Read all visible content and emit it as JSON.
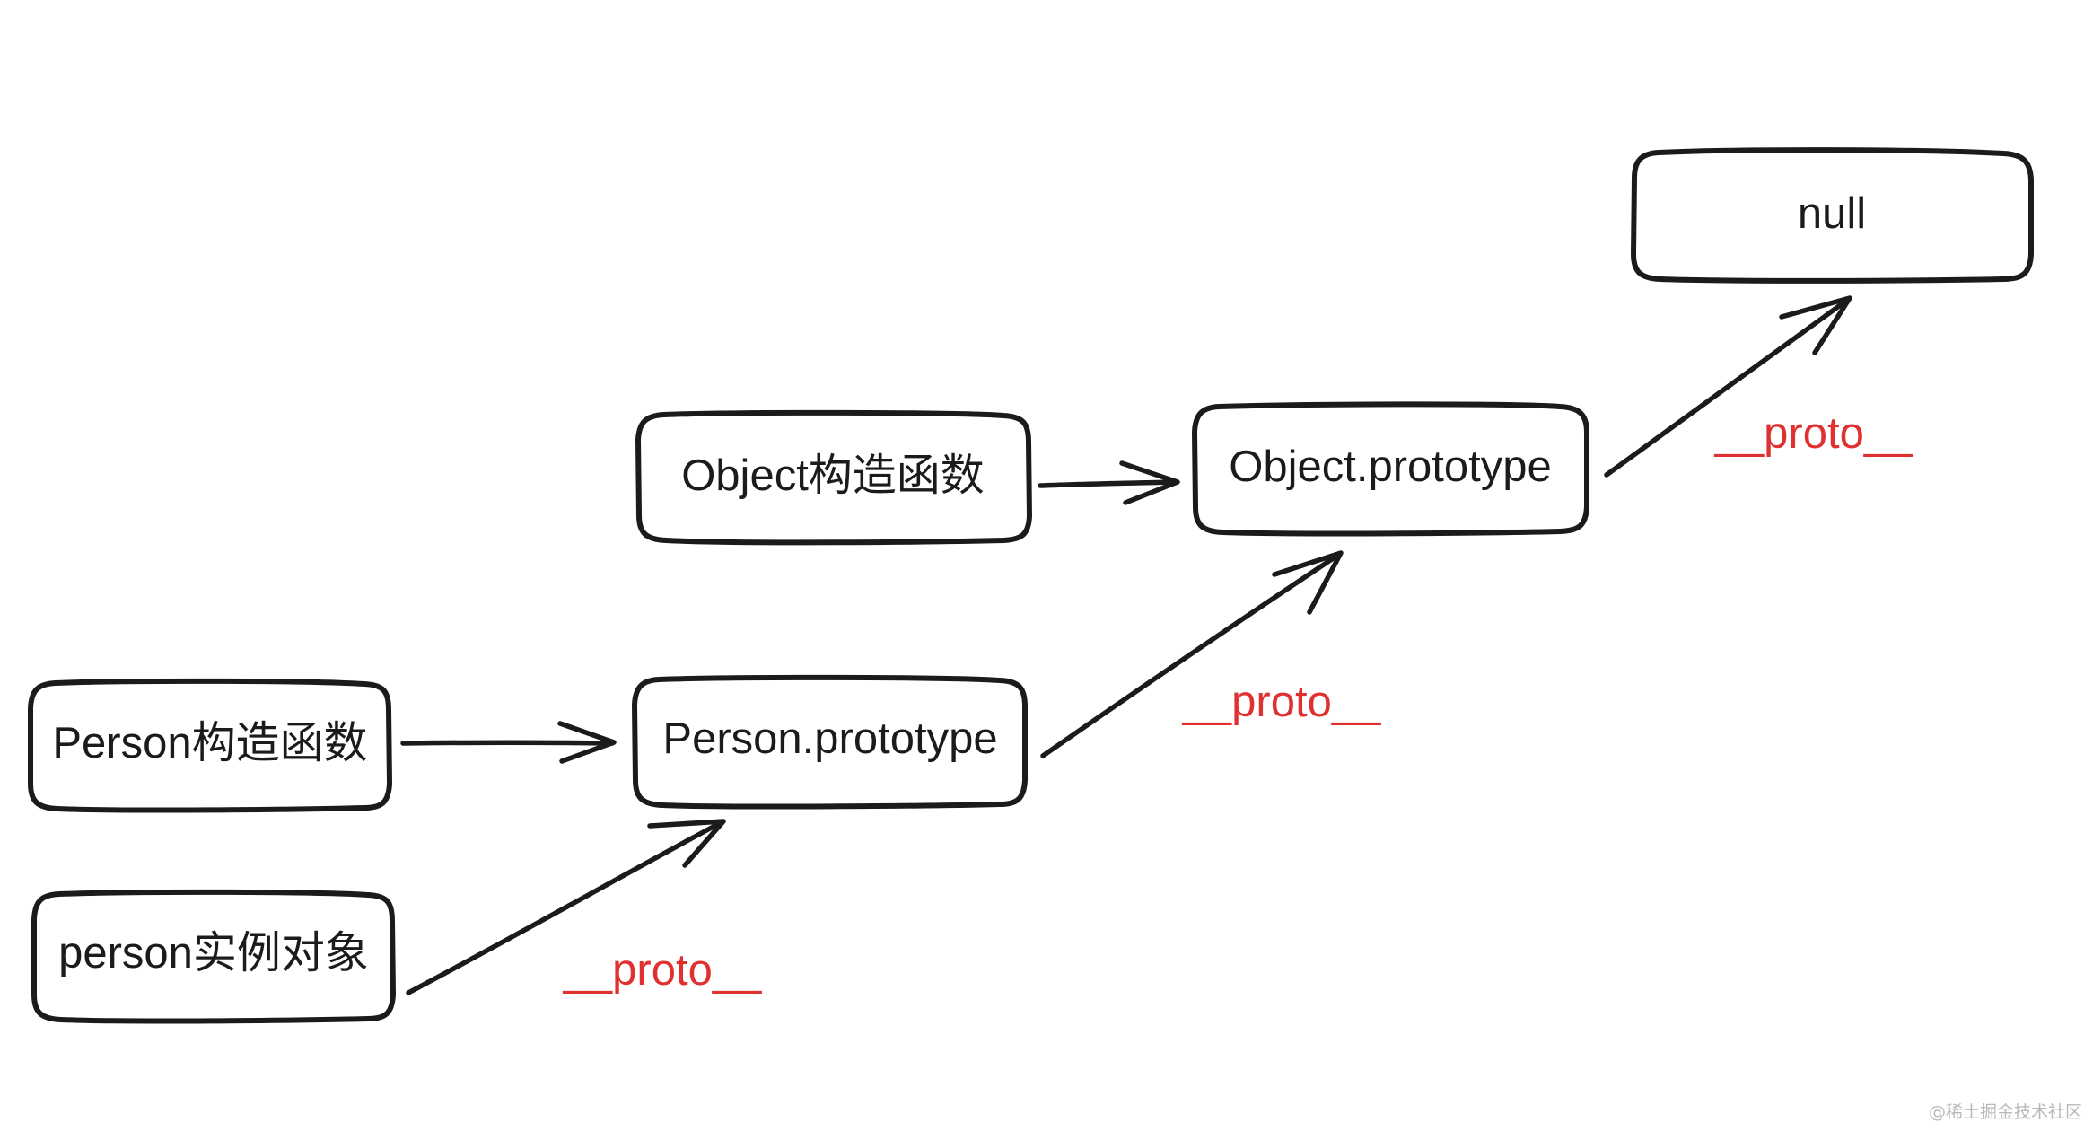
{
  "nodes": {
    "person_instance": "person实例对象",
    "person_constructor": "Person构造函数",
    "person_prototype": "Person.prototype",
    "object_constructor": "Object构造函数",
    "object_prototype": "Object.prototype",
    "null_node": "null"
  },
  "edges": {
    "instance_to_person_prototype": "__proto__",
    "person_prototype_to_object_prototype": "__proto__",
    "object_prototype_to_null": "__proto__"
  },
  "watermark": "@稀土掘金技术社区",
  "colors": {
    "line": "#1b1b1b",
    "proto_label": "#e03131",
    "background": "#ffffff"
  }
}
